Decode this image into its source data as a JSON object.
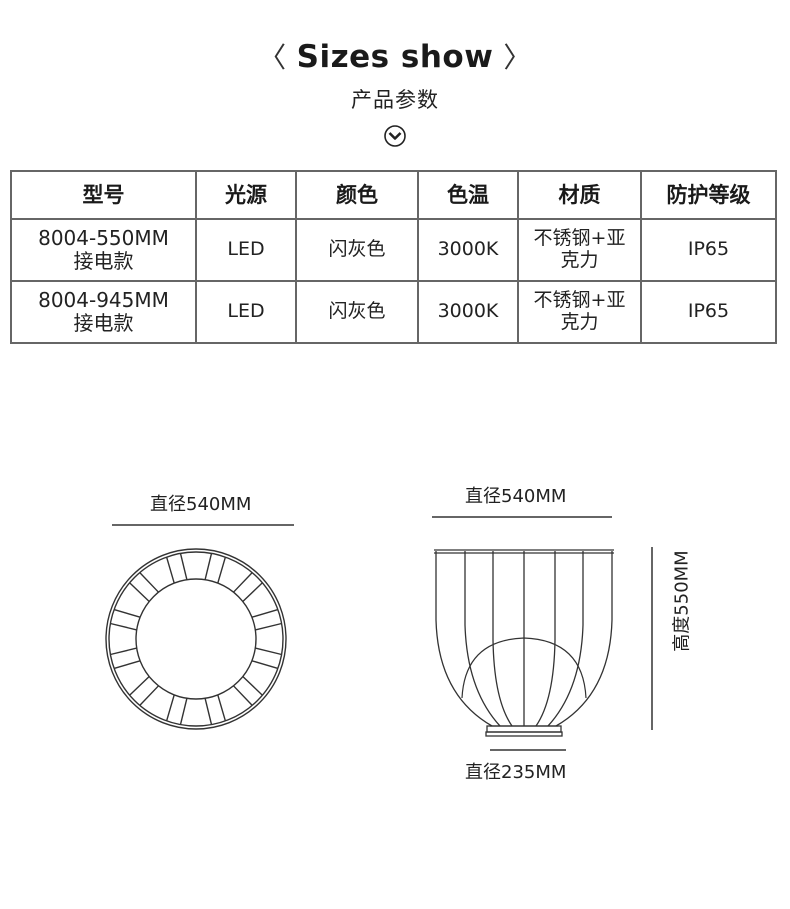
{
  "header": {
    "title": "Sizes show",
    "subtitle": "产品参数",
    "chev_left": "〈",
    "chev_right": "〉",
    "scroll_icon": "chevron-down-circle-icon"
  },
  "table": {
    "headers": [
      "型号",
      "光源",
      "颜色",
      "色温",
      "材质",
      "防护等级"
    ],
    "rows": [
      {
        "model": "8004-550MM",
        "model_sub": "接电款",
        "light": "LED",
        "color": "闪灰色",
        "temp": "3000K",
        "material_1": "不锈钢+亚",
        "material_2": "克力",
        "ip": "IP65"
      },
      {
        "model": "8004-945MM",
        "model_sub": "接电款",
        "light": "LED",
        "color": "闪灰色",
        "temp": "3000K",
        "material_1": "不锈钢+亚",
        "material_2": "克力",
        "ip": "IP65"
      }
    ]
  },
  "diagram": {
    "top_view_diameter": "直径540MM",
    "side_view_diameter": "直径540MM",
    "height": "高度550MM",
    "base_diameter": "直径235MM"
  },
  "colors": {
    "line": "#333333",
    "border": "#666666",
    "text": "#222222"
  }
}
